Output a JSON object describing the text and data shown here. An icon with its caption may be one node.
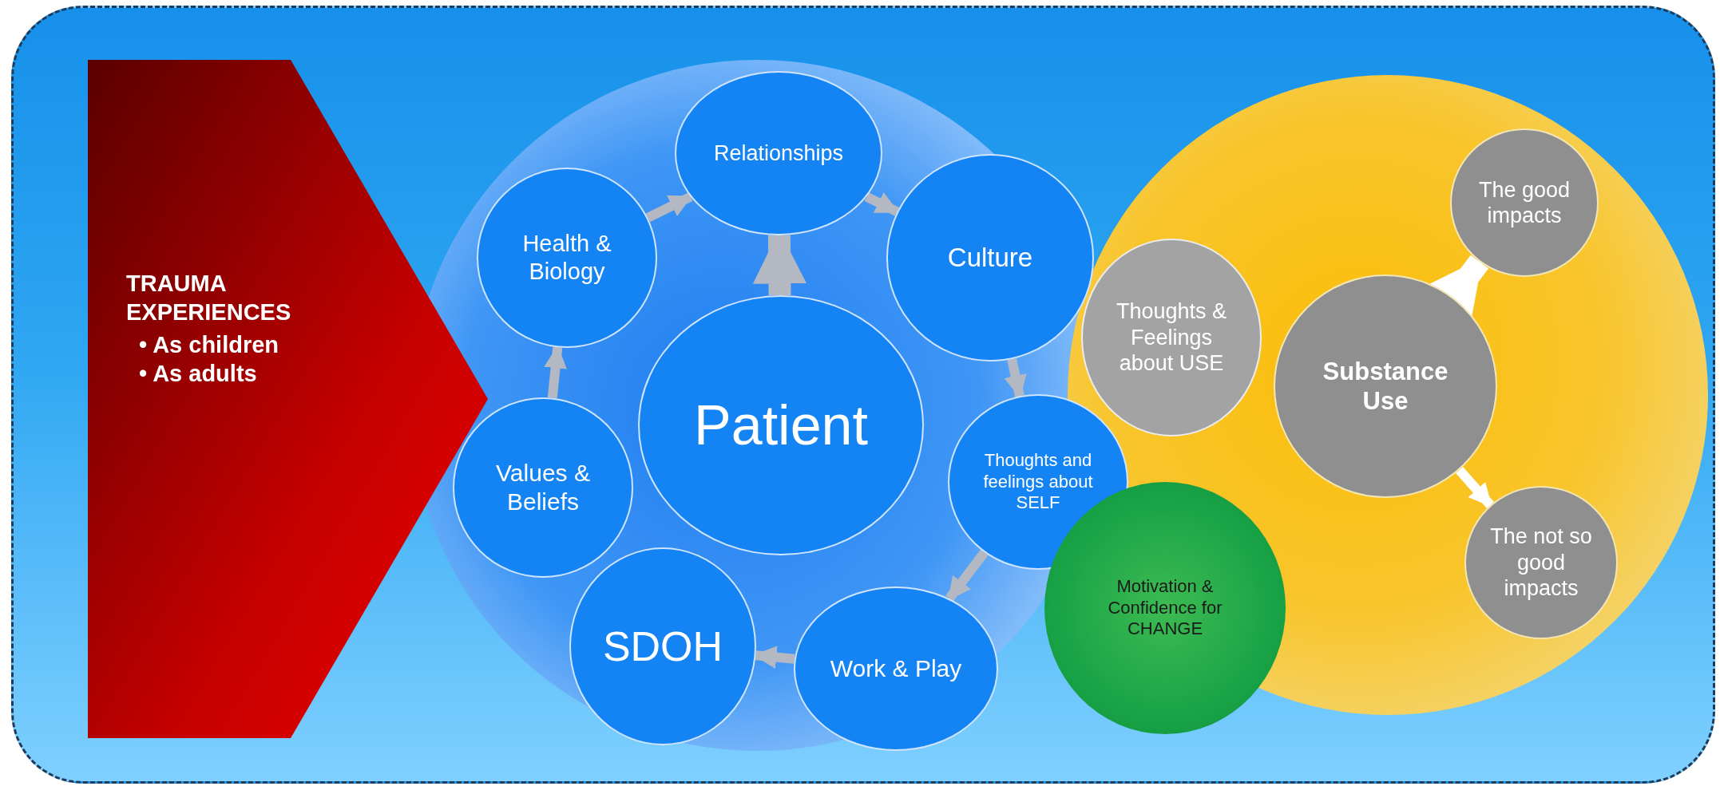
{
  "diagram": {
    "nodes": [
      {
        "text": [
          "TRAUMA EXPERIENCES",
          "• As children",
          "• As adults"
        ]
      },
      {
        "text": [
          "Relationships"
        ]
      },
      {
        "text": [
          "Health & Biology"
        ]
      },
      {
        "text": [
          "Culture"
        ]
      },
      {
        "text": [
          "Patient"
        ]
      },
      {
        "text": [
          "Values & Beliefs"
        ]
      },
      {
        "text": [
          "Thoughts and feelings about SELF"
        ]
      },
      {
        "text": [
          "Thoughts & Feelings about USE"
        ]
      },
      {
        "text": [
          "Substance Use"
        ]
      },
      {
        "text": [
          "The good impacts"
        ]
      },
      {
        "text": [
          "SDOH"
        ]
      },
      {
        "text": [
          "Work & Play"
        ]
      },
      {
        "text": [
          "Motivation & Confidence for CHANGE"
        ]
      },
      {
        "text": [
          "The not so good impacts"
        ]
      }
    ],
    "edges": [
      {
        "from": 4,
        "to": 1,
        "arrow": "to",
        "style": "thick"
      },
      {
        "from": 2,
        "to": 1,
        "arrow": "to"
      },
      {
        "from": 1,
        "to": 3,
        "arrow": "to"
      },
      {
        "from": 3,
        "to": 6,
        "arrow": "to"
      },
      {
        "from": 6,
        "to": 11,
        "arrow": "to"
      },
      {
        "from": 11,
        "to": 10,
        "arrow": "to"
      },
      {
        "from": 5,
        "to": 2,
        "arrow": "to"
      },
      {
        "from": 8,
        "to": 9,
        "arrow": "to",
        "style": "thick",
        "color": "#ffffff"
      },
      {
        "from": 8,
        "to": 13,
        "arrow": "to",
        "color": "#ffffff"
      }
    ]
  }
}
